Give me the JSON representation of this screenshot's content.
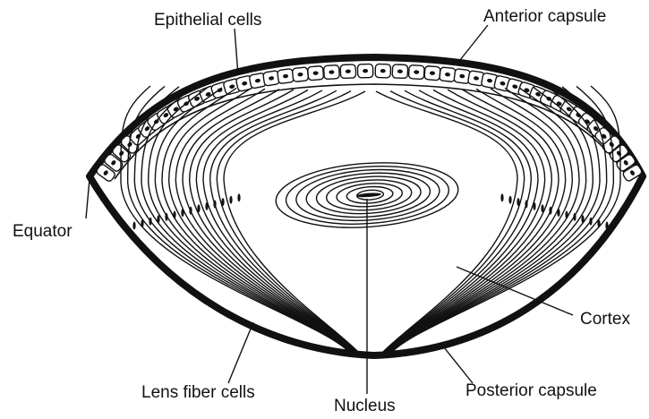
{
  "labels": {
    "epithelial_cells": "Epithelial cells",
    "anterior_capsule": "Anterior capsule",
    "equator": "Equator",
    "cortex": "Cortex",
    "lens_fiber_cells": "Lens fiber cells",
    "nucleus": "Nucleus",
    "posterior_capsule": "Posterior capsule"
  },
  "colors": {
    "ink": "#111111",
    "background": "#ffffff"
  }
}
